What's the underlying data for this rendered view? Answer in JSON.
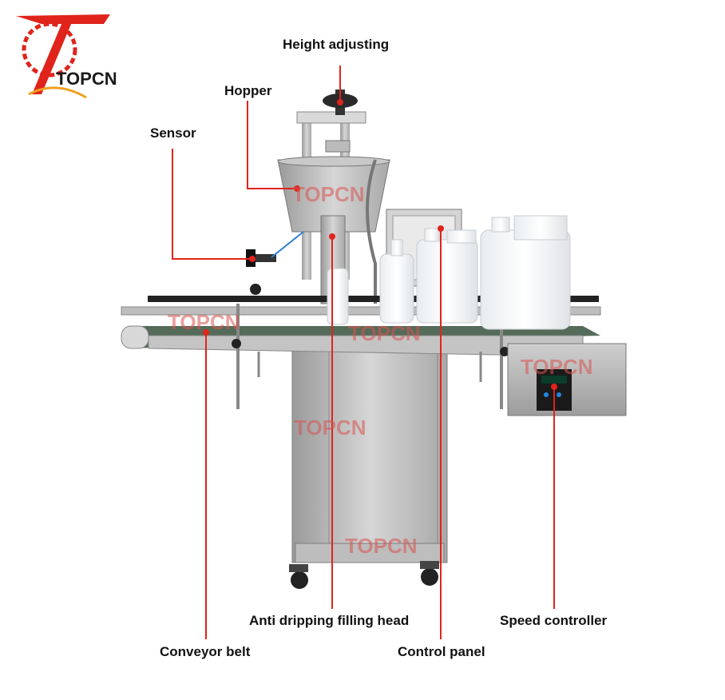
{
  "brand": {
    "logo_icon": "topcn-logo-icon",
    "name": "TOPCN",
    "accent_color": "#e0241b"
  },
  "watermark": {
    "text": "TOPCN",
    "color": "#d9534f"
  },
  "labels": {
    "height_adjusting": "Height adjusting",
    "hopper": "Hopper",
    "sensor": "Sensor",
    "anti_dripping_filling_head": "Anti dripping filling head",
    "speed_controller": "Speed controller",
    "conveyor_belt": "Conveyor belt",
    "control_panel": "Control panel"
  },
  "callout_line_color": "#e0241b"
}
